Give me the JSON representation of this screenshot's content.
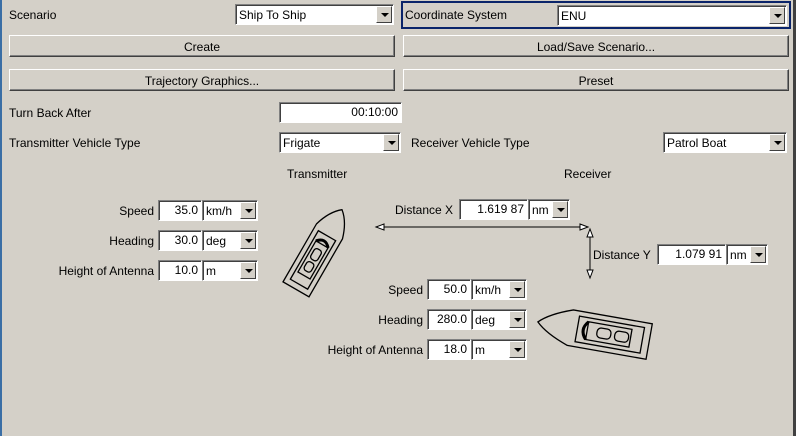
{
  "scenario": {
    "label": "Scenario",
    "value": "Ship To Ship"
  },
  "coordinate_system": {
    "label": "Coordinate System",
    "value": "ENU"
  },
  "buttons": {
    "create": "Create",
    "load_save": "Load/Save Scenario...",
    "trajectory": "Trajectory Graphics...",
    "preset": "Preset"
  },
  "turn_back": {
    "label": "Turn Back After",
    "value": "00:10:00"
  },
  "tx_type": {
    "label": "Transmitter Vehicle Type",
    "value": "Frigate"
  },
  "rx_type": {
    "label": "Receiver Vehicle Type",
    "value": "Patrol Boat"
  },
  "transmitter": {
    "title": "Transmitter",
    "speed_label": "Speed",
    "speed": "35.0",
    "speed_unit": "km/h",
    "heading_label": "Heading",
    "heading": "30.0",
    "heading_unit": "deg",
    "height_label": "Height of Antenna",
    "height": "10.0",
    "height_unit": "m"
  },
  "receiver": {
    "title": "Receiver",
    "speed_label": "Speed",
    "speed": "50.0",
    "speed_unit": "km/h",
    "heading_label": "Heading",
    "heading": "280.0",
    "heading_unit": "deg",
    "height_label": "Height of Antenna",
    "height": "18.0",
    "height_unit": "m"
  },
  "distance_x": {
    "label": "Distance X",
    "value": "1.619 87",
    "unit": "nm"
  },
  "distance_y": {
    "label": "Distance Y",
    "value": "1.079 91",
    "unit": "nm"
  }
}
